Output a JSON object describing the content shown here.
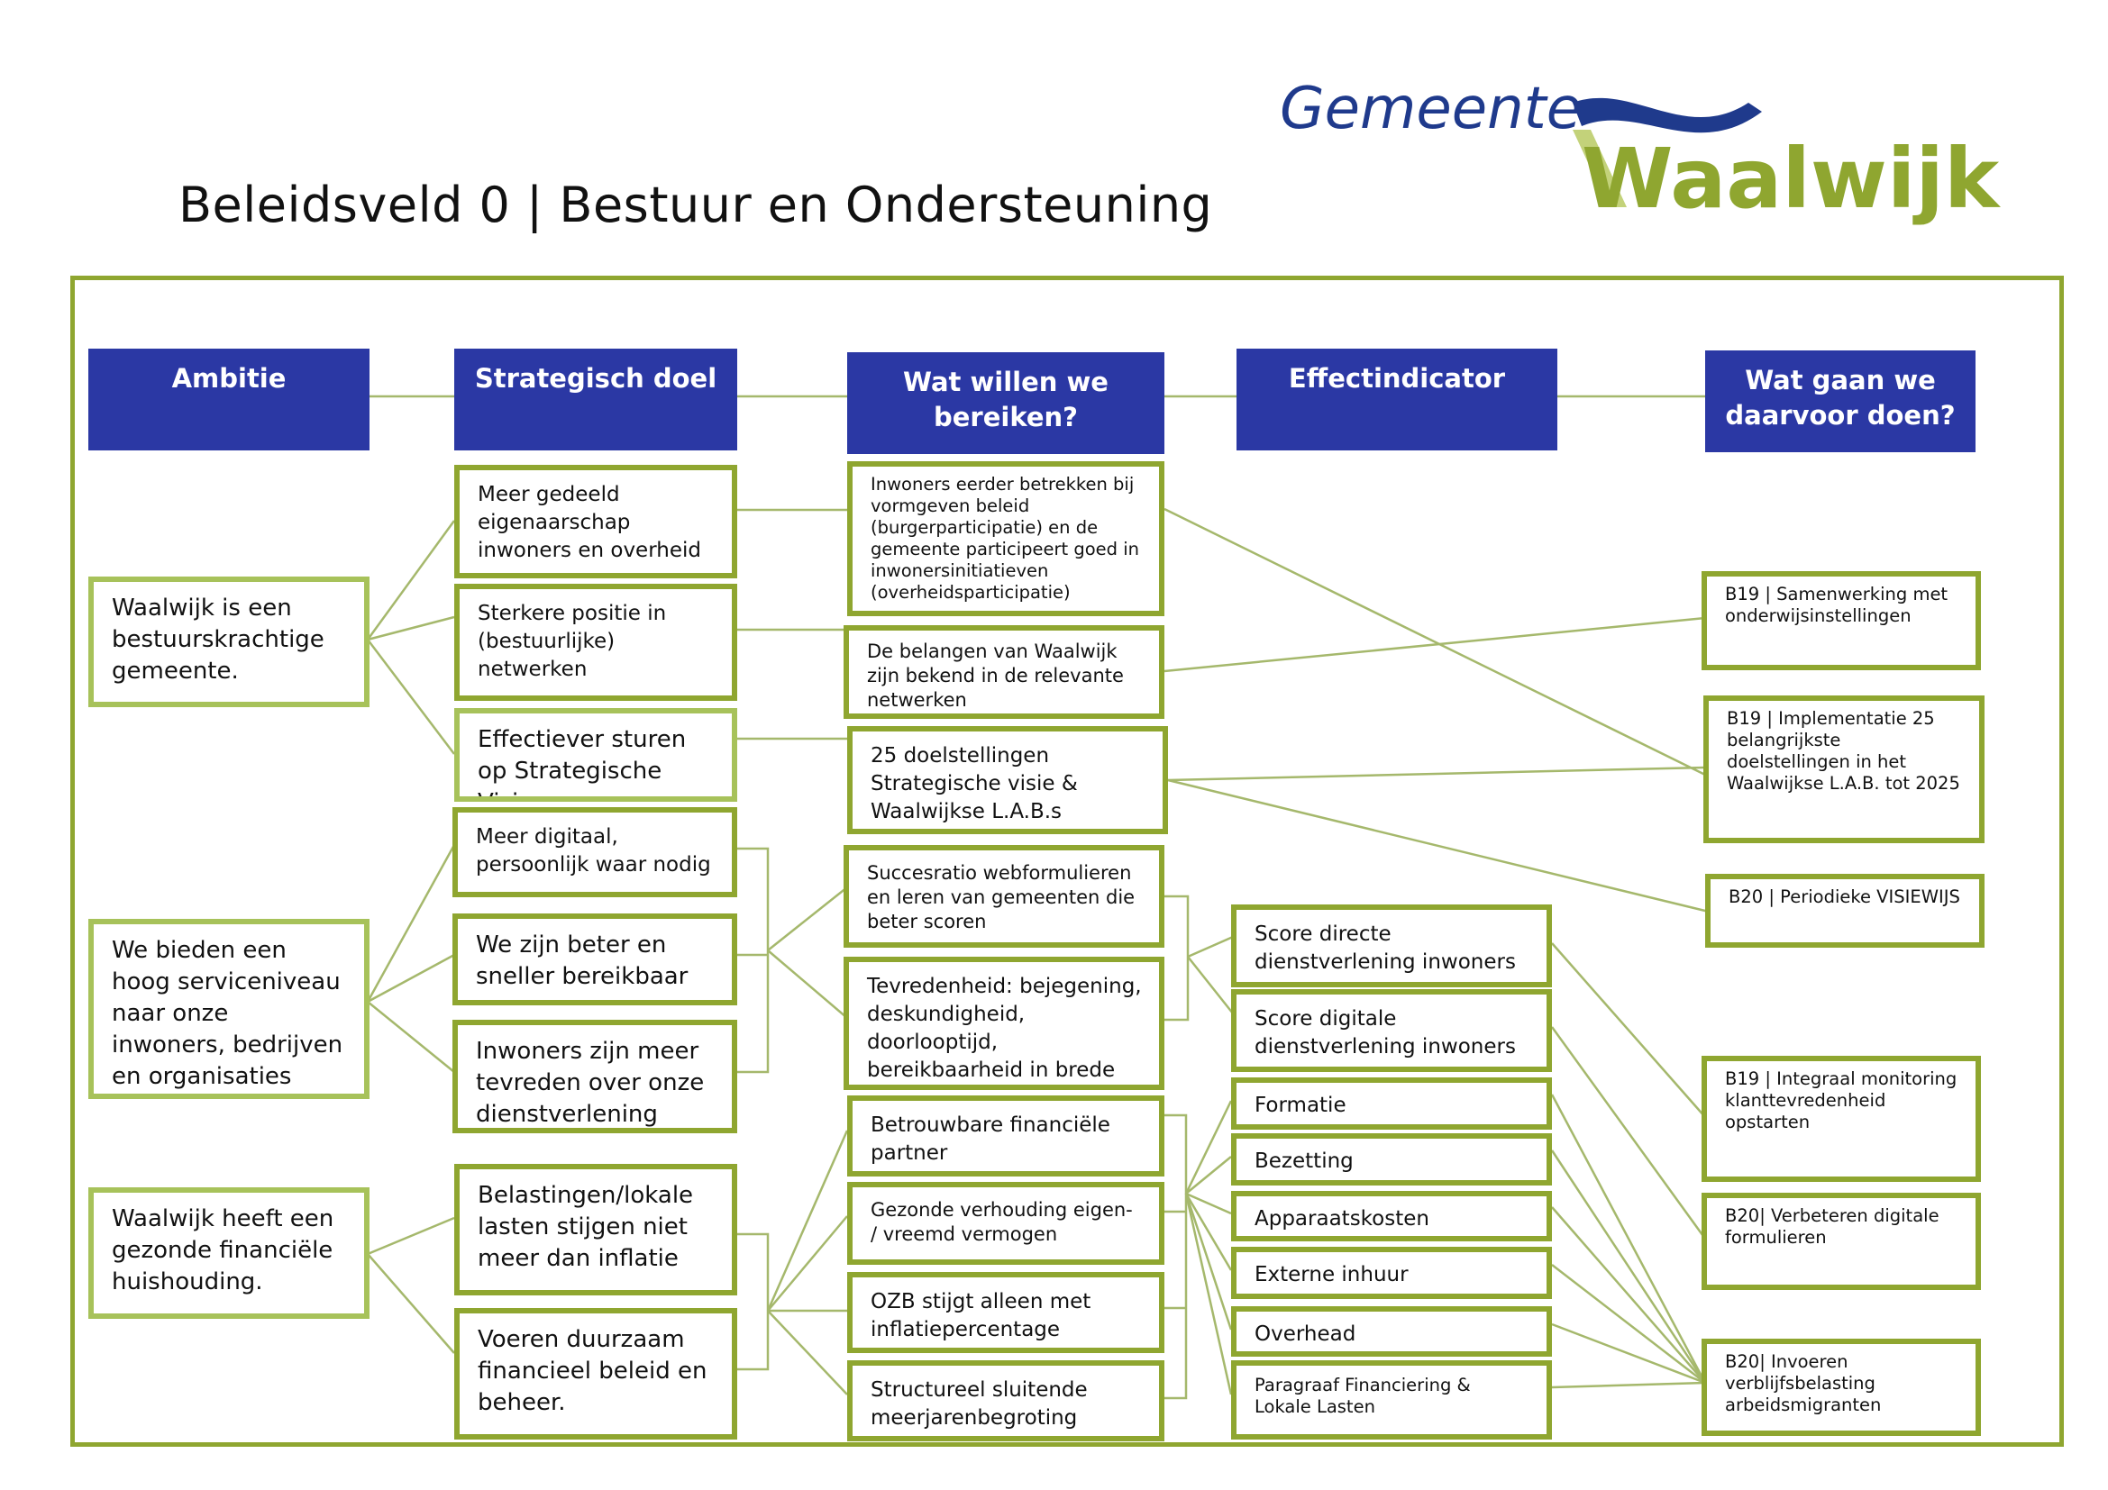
{
  "page": {
    "title": "Beleidsveld 0 | Bestuur en Ondersteuning"
  },
  "logo": {
    "line1": "Gemeente",
    "line2": "Waalwijk",
    "colors": {
      "blue": "#1f3a8c",
      "green": "#8fa630",
      "light_green": "#c3d27a"
    }
  },
  "colors": {
    "header_bg": "#2b38a4",
    "header_text": "#ffffff",
    "border": "#8fa630",
    "line": "#a5b86c"
  },
  "headers": {
    "ambitie": "Ambitie",
    "strategisch": "Strategisch doel",
    "wat_bereiken": "Wat willen we bereiken?",
    "effect": "Effectindicator",
    "wat_doen": "Wat gaan we daarvoor doen?"
  },
  "ambitie": [
    "Waalwijk is een bestuurskrachtige gemeente.",
    "We bieden een hoog serviceniveau naar onze inwoners, bedrijven en organisaties",
    "Waalwijk heeft een gezonde financiële huishouding."
  ],
  "strategisch": [
    "Meer gedeeld eigenaarschap inwoners en overheid",
    "Sterkere positie in (bestuurlijke) netwerken",
    "Effectiever sturen op Strategische Visie",
    "Meer digitaal, persoonlijk waar nodig",
    "We zijn beter en sneller bereikbaar",
    "Inwoners zijn meer tevreden over onze dienstverlening",
    "Belastingen/lokale lasten stijgen niet meer dan inflatie",
    "Voeren duurzaam financieel beleid en beheer."
  ],
  "bereiken": [
    "Inwoners eerder betrekken bij vormgeven beleid (burgerparticipatie) en de gemeente participeert goed in inwonersinitiatieven (overheidsparticipatie)",
    "De belangen van Waalwijk zijn bekend in de relevante netwerken",
    "25 doelstellingen Strategische visie & Waalwijkse L.A.B.s",
    "Succesratio webformulieren en leren van gemeenten die beter scoren",
    "Tevredenheid: bejegening, deskundigheid, doorlooptijd, bereikbaarheid in brede zin",
    "Betrouwbare financiële partner",
    "Gezonde verhouding eigen- / vreemd vermogen",
    "OZB stijgt alleen met inflatiepercentage",
    "Structureel sluitende meerjarenbegroting"
  ],
  "effect": [
    "Score directe dienstverlening inwoners",
    "Score digitale dienstverlening inwoners",
    "Formatie",
    "Bezetting",
    "Apparaatskosten",
    "Externe inhuur",
    "Overhead",
    "Paragraaf Financiering & Lokale Lasten"
  ],
  "doen": [
    "B19 | Samenwerking met onderwijsinstellingen",
    "B19 | Implementatie 25 belangrijkste doelstellingen in het Waalwijkse L.A.B. tot 2025",
    "B20 | Periodieke VISIEWIJS",
    "B19 | Integraal monitoring klanttevredenheid opstarten",
    "B20| Verbeteren digitale formulieren",
    "B20| Invoeren verblijfsbelasting arbeidsmigranten"
  ]
}
